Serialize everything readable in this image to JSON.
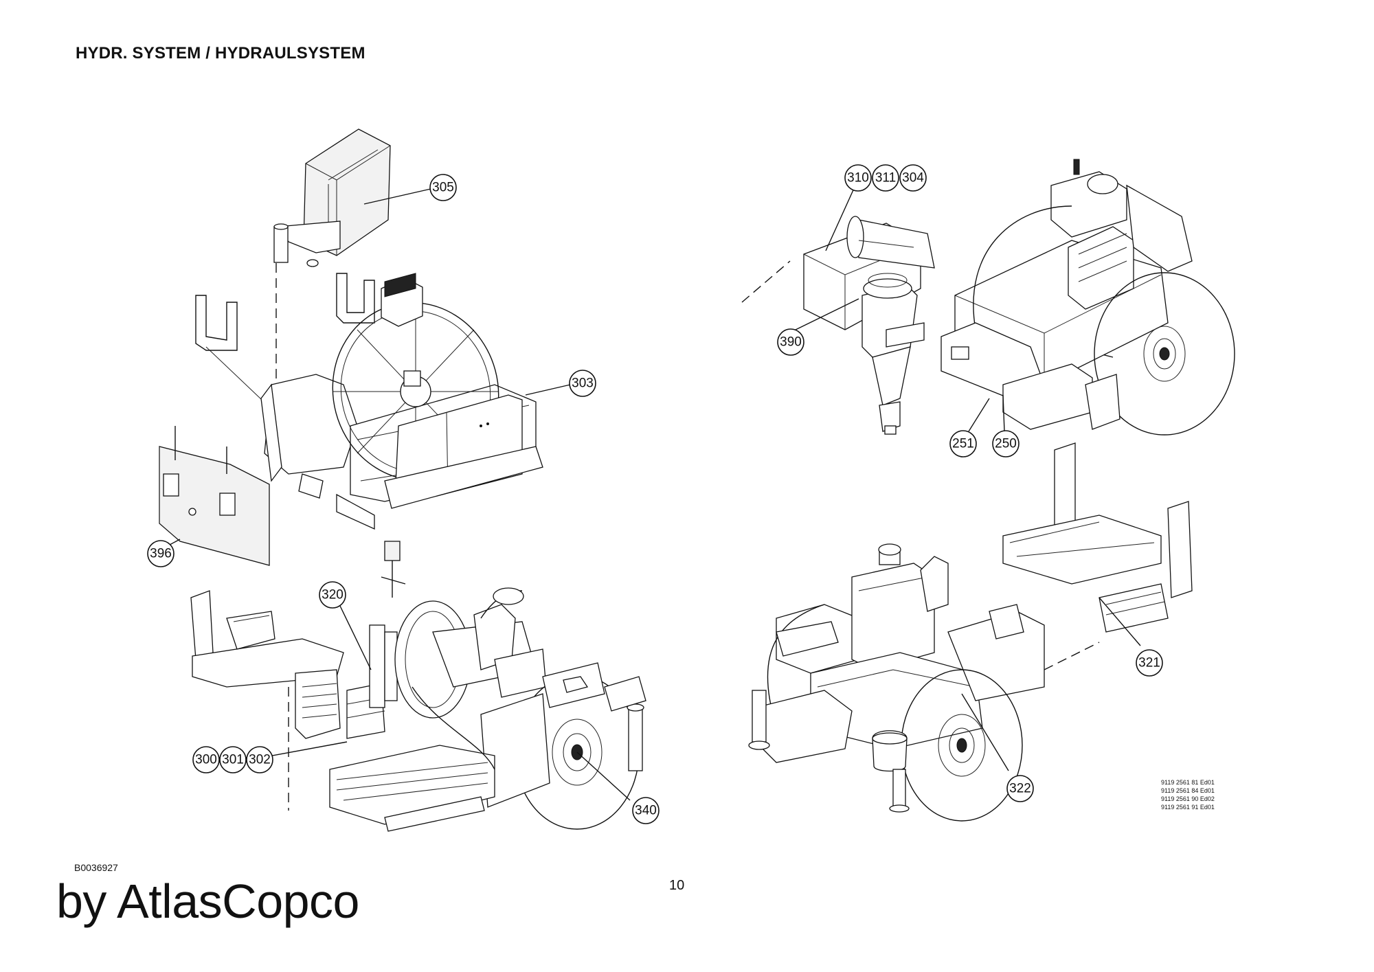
{
  "page": {
    "title": "HYDR. SYSTEM / HYDRAULSYSTEM",
    "doc_id": "B0036927",
    "brand": "by AtlasCopco",
    "page_number": "10",
    "references": [
      "9119 2561 81 Ed01",
      "9119 2561 84 Ed01",
      "9119 2561 90 Ed02",
      "9119 2561 91 Ed01"
    ]
  },
  "callouts": [
    "305",
    "303",
    "396",
    "320",
    "300",
    "301",
    "302",
    "340",
    "310",
    "311",
    "304",
    "390",
    "251",
    "250",
    "321",
    "322"
  ]
}
